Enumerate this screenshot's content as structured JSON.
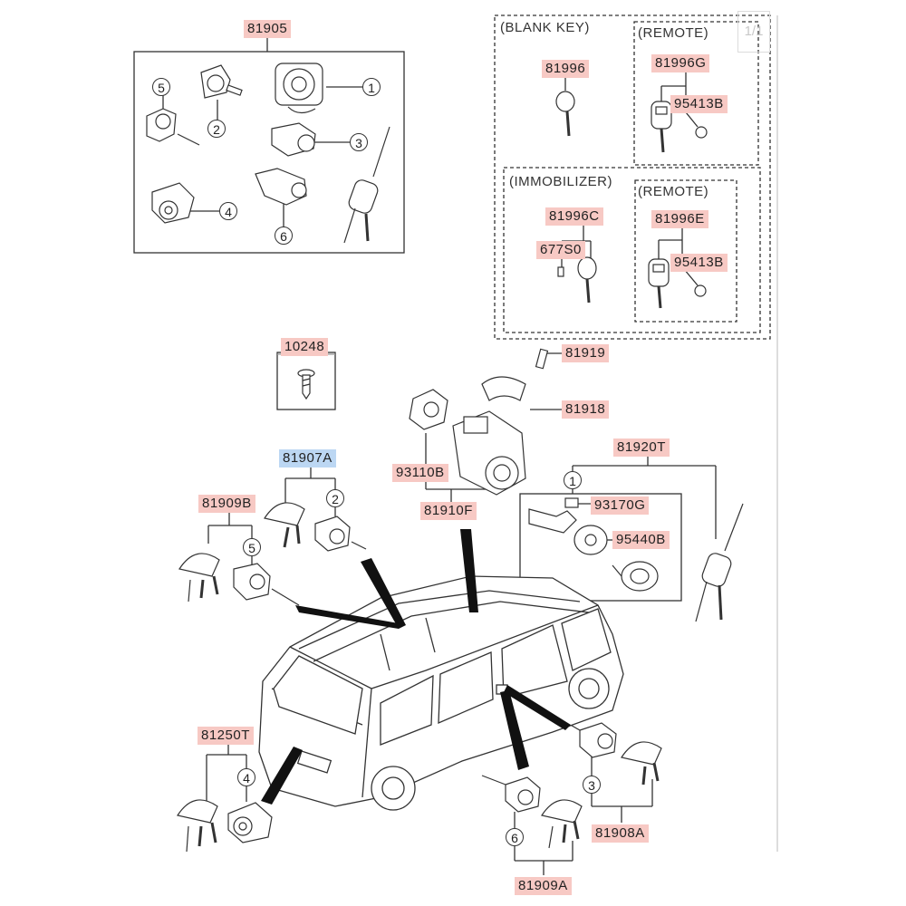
{
  "page_indicator": "1/1",
  "groups": {
    "blank_key": "(BLANK KEY)",
    "remote_1": "(REMOTE)",
    "immobilizer": "(IMMOBILIZER)",
    "remote_2": "(REMOTE)"
  },
  "parts": {
    "p81905": "81905",
    "p81996": "81996",
    "p81996G": "81996G",
    "p95413B_1": "95413B",
    "p81996C": "81996C",
    "p677S0": "677S0",
    "p81996E": "81996E",
    "p95413B_2": "95413B",
    "p10248": "10248",
    "p81919": "81919",
    "p81918": "81918",
    "p93110B": "93110B",
    "p81910F": "81910F",
    "p81920T": "81920T",
    "p93170G": "93170G",
    "p95440B": "95440B",
    "p81907A": "81907A",
    "p81909B": "81909B",
    "p81250T": "81250T",
    "p81908A": "81908A",
    "p81909A": "81909A"
  },
  "callouts": {
    "c1_top": "1",
    "c2_top": "2",
    "c3_top": "3",
    "c4_top": "4",
    "c5_top": "5",
    "c6_top": "6",
    "c1_right": "1",
    "c2_mid": "2",
    "c5_mid": "5",
    "c4_low": "4",
    "c3_low": "3",
    "c6_low": "6"
  }
}
